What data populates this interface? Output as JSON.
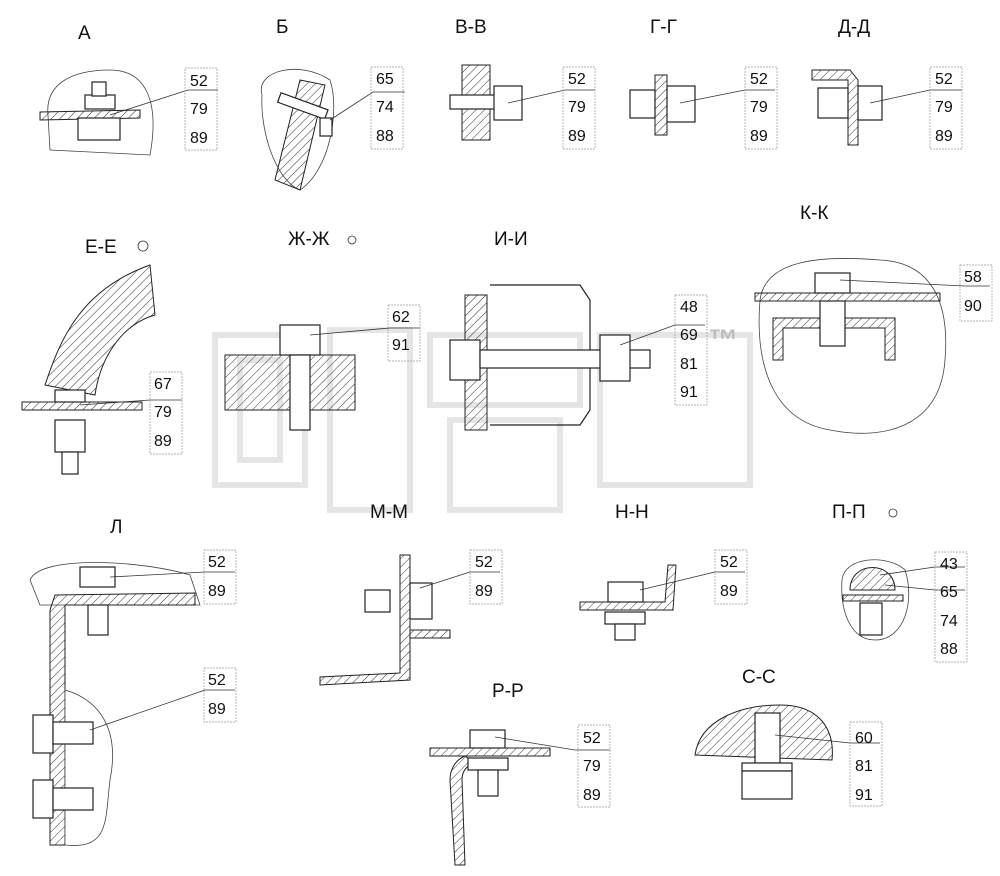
{
  "views": [
    {
      "id": "A",
      "label": "А",
      "refs": [
        "52",
        "79",
        "89"
      ]
    },
    {
      "id": "B",
      "label": "Б",
      "refs": [
        "65",
        "74",
        "88"
      ]
    },
    {
      "id": "VV",
      "label": "В-В",
      "refs": [
        "52",
        "79",
        "89"
      ]
    },
    {
      "id": "GG",
      "label": "Г-Г",
      "refs": [
        "52",
        "79",
        "89"
      ]
    },
    {
      "id": "DD",
      "label": "Д-Д",
      "refs": [
        "52",
        "79",
        "89"
      ]
    },
    {
      "id": "EE",
      "label": "Е-Е",
      "refs": [
        "67",
        "79",
        "89"
      ]
    },
    {
      "id": "ZhZh",
      "label": "Ж-Ж",
      "refs": [
        "62",
        "91"
      ]
    },
    {
      "id": "II",
      "label": "И-И",
      "refs": [
        "48",
        "69",
        "81",
        "91"
      ]
    },
    {
      "id": "KK",
      "label": "К-К",
      "refs": [
        "58",
        "90"
      ]
    },
    {
      "id": "L",
      "label": "Л",
      "refs": [
        "52",
        "89"
      ],
      "refs2": [
        "52",
        "89"
      ]
    },
    {
      "id": "MM",
      "label": "М-М",
      "refs": [
        "52",
        "89"
      ]
    },
    {
      "id": "NN",
      "label": "Н-Н",
      "refs": [
        "52",
        "89"
      ]
    },
    {
      "id": "PP",
      "label": "П-П",
      "refs": [
        "43",
        "65",
        "74",
        "88"
      ]
    },
    {
      "id": "RR",
      "label": "Р-Р",
      "refs": [
        "52",
        "79",
        "89"
      ]
    },
    {
      "id": "SS",
      "label": "С-С",
      "refs": [
        "60",
        "81",
        "91"
      ]
    }
  ],
  "watermark": {
    "text": "™"
  }
}
